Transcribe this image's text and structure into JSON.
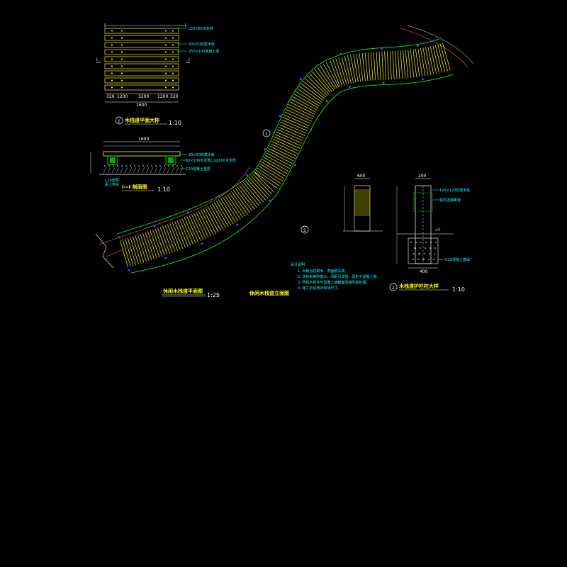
{
  "drawing": {
    "plank_detail": {
      "title": "木栈道平面大样",
      "scale": "1:10",
      "index": "1",
      "section_mark": "I",
      "callouts": [
        "L50×60木龙骨",
        "90×50防腐木板",
        "250×100混凝土梁"
      ],
      "dims": [
        "320",
        "1200",
        "3200",
        "1200",
        "320"
      ],
      "total_dim": "1600"
    },
    "section_detail": {
      "title": "I—I 剖面图",
      "scale": "1:10",
      "top_dim": "1600",
      "callouts": [
        "90×50防腐木板",
        "60×100木龙骨L2@160木龙骨",
        "C20混凝土垫层"
      ],
      "base_label": "C20垫层",
      "base_sub": "素土夯实"
    },
    "plan": {
      "title": "休闲木栈道平面图",
      "scale": "1:25",
      "markers": [
        "1",
        "2"
      ]
    },
    "elevation": {
      "title": "休闲木栈道立面图",
      "dim_top": "600"
    },
    "notes": {
      "heading": "设计说明",
      "items": [
        "1. 木板为防腐木，表面刷清漆。",
        "2. 龙骨采用防腐木，间距见详图，固定于混凝土梁。",
        "3. 所有木构件与混凝土接触面需做防腐处理。",
        "4. 施工前请核对现场尺寸。"
      ]
    },
    "post_detail": {
      "title": "木栈道护栏柱大样",
      "scale": "1:10",
      "index": "2",
      "dim_top": "200",
      "dim_bottom": "400",
      "callouts": [
        "120×120防腐木柱",
        "铁件连接螺栓",
        "C20混凝土基础"
      ],
      "ground_label": "±0"
    },
    "colors": {
      "background": "#000000",
      "primary": "#ffff00",
      "annotation": "#00ffff",
      "outline": "#00ff00",
      "text": "#ffffff",
      "accent": "#ff6666"
    }
  }
}
